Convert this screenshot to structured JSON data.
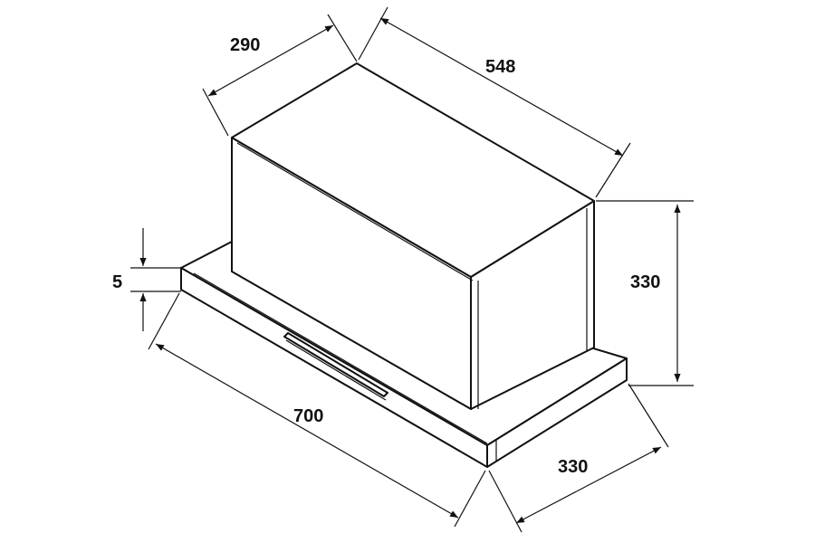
{
  "dimensions": {
    "top_depth": "290",
    "top_width": "548",
    "body_height": "330",
    "base_depth": "330",
    "base_width": "700",
    "base_thickness": "5"
  }
}
